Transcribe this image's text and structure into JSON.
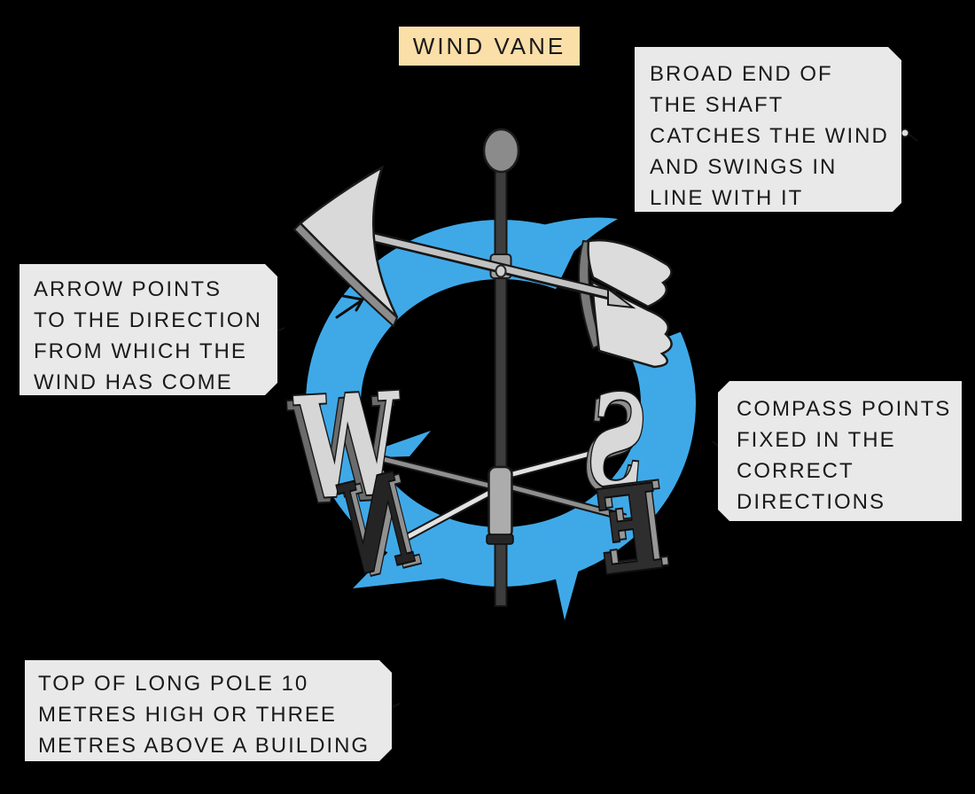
{
  "title": {
    "label": "WIND VANE",
    "bg_color": "#FBDFA8"
  },
  "callouts": {
    "broad_end": {
      "lines": [
        "BROAD END OF",
        "THE SHAFT",
        "CATCHES THE WIND",
        "AND SWINGS IN",
        "LINE WITH IT"
      ]
    },
    "arrow_direction": {
      "lines": [
        "ARROW POINTS",
        "TO THE DIRECTION",
        "FROM WHICH THE",
        "WIND HAS COME"
      ]
    },
    "compass_points": {
      "lines": [
        "COMPASS POINTS",
        "FIXED IN THE",
        "CORRECT",
        "DIRECTIONS"
      ]
    },
    "pole_height": {
      "lines": [
        "TOP OF LONG POLE 10",
        "METRES HIGH OR THREE",
        "METRES ABOVE A BUILDING"
      ]
    }
  },
  "compass": {
    "west": "W",
    "north": "N",
    "south": "S",
    "east": "E"
  },
  "colors": {
    "background": "#000000",
    "callout_bg": "#E9E9E9",
    "text": "#1A1A1A",
    "swirl_blue": "#3FA9E8",
    "pole_gray": "#3D3D3D",
    "vane_light_gray": "#D9D9D9",
    "metal_mid_gray": "#ABABAB"
  }
}
